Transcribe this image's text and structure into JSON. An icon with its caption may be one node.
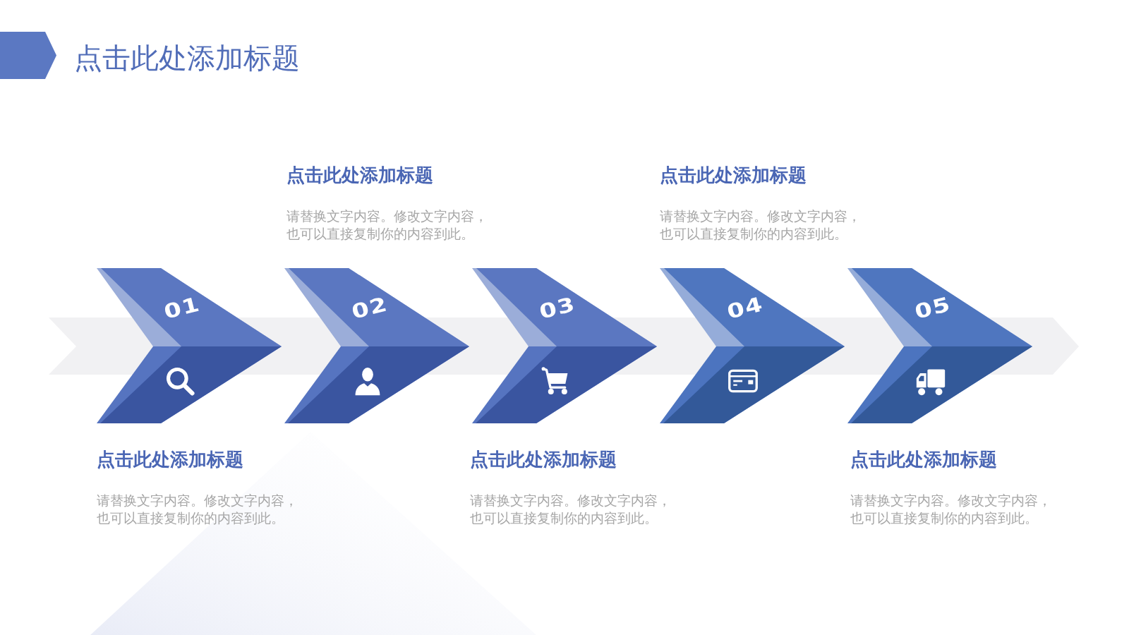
{
  "diagram": {
    "title": "点击此处添加标题",
    "nodes": [
      {
        "text": [],
        "shape": "pentagon"
      },
      {
        "text": [
          "01"
        ],
        "beside": [
          "点击此处添加标题",
          "请替换文字内容。修改文字内容，也可以直接复制你的内容到此。"
        ]
      },
      {
        "text": [
          "02"
        ],
        "beside": [
          "点击此处添加标题",
          "请替换文字内容。修改文字内容，也可以直接复制你的内容到此。"
        ]
      },
      {
        "text": [
          "03"
        ],
        "beside": [
          "点击此处添加标题",
          "请替换文字内容。修改文字内容，也可以直接复制你的内容到此。"
        ]
      },
      {
        "text": [
          "04"
        ],
        "beside": [
          "点击此处添加标题",
          "请替换文字内容。修改文字内容，也可以直接复制你的内容到此。"
        ]
      },
      {
        "text": [
          "05"
        ],
        "beside": [
          "点击此处添加标题",
          "请替换文字内容。修改文字内容，也可以直接复制你的内容到此。"
        ]
      }
    ]
  }
}
